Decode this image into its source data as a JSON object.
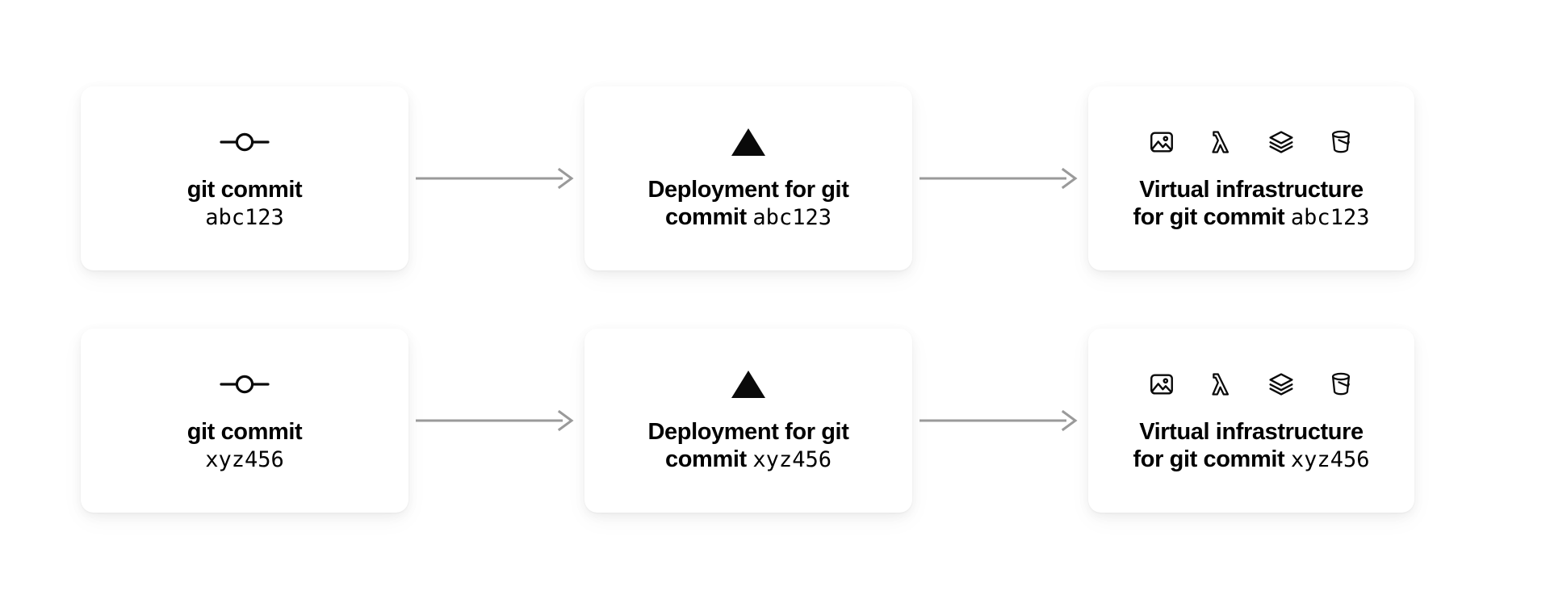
{
  "diagram": {
    "type": "flow",
    "orientation": "left-to-right",
    "background_color": "#ffffff",
    "arrow_color": "#9a9a9a",
    "icon_color": "#0a0a0a",
    "card_background": "#ffffff",
    "rows": [
      {
        "commit_hash": "abc123",
        "nodes": [
          {
            "kind": "commit",
            "icon": "git-commit-icon",
            "title": "git commit",
            "value": "abc123"
          },
          {
            "kind": "deployment",
            "icon": "vercel-triangle-icon",
            "title": "Deployment for git commit",
            "value": "abc123"
          },
          {
            "kind": "infrastructure",
            "icons": [
              "image-icon",
              "aws-lambda-icon",
              "layers-icon",
              "bucket-icon"
            ],
            "title": "Virtual infrastructure for git commit",
            "value": "abc123"
          }
        ]
      },
      {
        "commit_hash": "xyz456",
        "nodes": [
          {
            "kind": "commit",
            "icon": "git-commit-icon",
            "title": "git commit",
            "value": "xyz456"
          },
          {
            "kind": "deployment",
            "icon": "vercel-triangle-icon",
            "title": "Deployment for git commit",
            "value": "xyz456"
          },
          {
            "kind": "infrastructure",
            "icons": [
              "image-icon",
              "aws-lambda-icon",
              "layers-icon",
              "bucket-icon"
            ],
            "title": "Virtual infrastructure for git commit",
            "value": "xyz456"
          }
        ]
      }
    ],
    "labels": {
      "commit_title": "git commit",
      "deploy_title_line1": "Deployment for git",
      "deploy_title_line2": "commit",
      "infra_title_line1": "Virtual infrastructure",
      "infra_title_line2": "for git commit"
    }
  }
}
